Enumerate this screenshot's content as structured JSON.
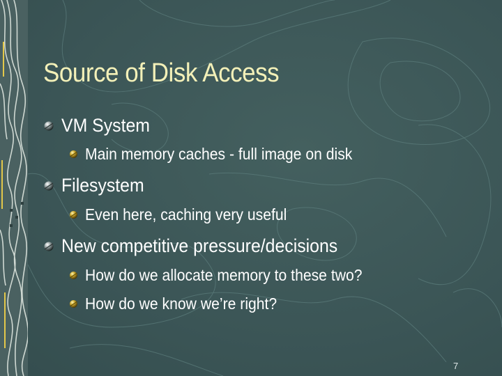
{
  "slide": {
    "title": "Source of Disk Access",
    "page_number": "7",
    "bullets": [
      {
        "level": 1,
        "text": "VM System",
        "icon": "sphere-bullet-icon"
      },
      {
        "level": 2,
        "text": "Main memory caches - full image on disk",
        "icon": "sphere-bullet-icon"
      },
      {
        "level": 1,
        "text": "Filesystem",
        "icon": "sphere-bullet-icon"
      },
      {
        "level": 2,
        "text": "Even here, caching very useful",
        "icon": "sphere-bullet-icon"
      },
      {
        "level": 1,
        "text": "New competitive pressure/decisions",
        "icon": "sphere-bullet-icon"
      },
      {
        "level": 2,
        "text": "How do we allocate memory to these two?",
        "icon": "sphere-bullet-icon"
      },
      {
        "level": 2,
        "text": "How do we know we’re right?",
        "icon": "sphere-bullet-icon"
      }
    ]
  },
  "colors": {
    "background": "#3d5758",
    "title": "#f3f0b8",
    "body_text": "#ffffff",
    "contour_lines": "#5a7a79"
  }
}
